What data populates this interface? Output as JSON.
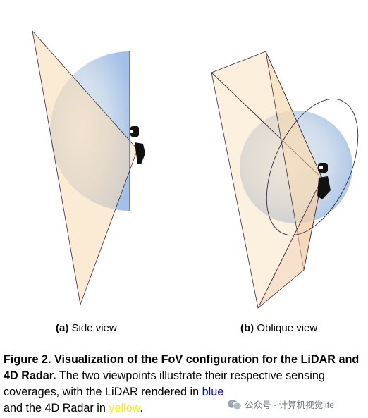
{
  "panels": [
    {
      "letter": "(a)",
      "caption": "Side view"
    },
    {
      "letter": "(b)",
      "caption": "Oblique view"
    }
  ],
  "caption": {
    "label": "Figure 2.  Visualization of the FoV configuration for the LiDAR and 4D Radar.",
    "text_1": " The two viewpoints illustrate their respective sensing coverages, with the LiDAR rendered in ",
    "lidar_word": "blue",
    "text_2": " and the 4D Radar in ",
    "radar_word": "yellow",
    "text_3": "."
  },
  "watermark": {
    "text": "公众号 · 计算机视觉life"
  },
  "colors": {
    "lidar": "#0000ee",
    "radar": "#ffee00",
    "lidar_fill": "#a9c6ec",
    "radar_fill": "#f7d9b0"
  }
}
